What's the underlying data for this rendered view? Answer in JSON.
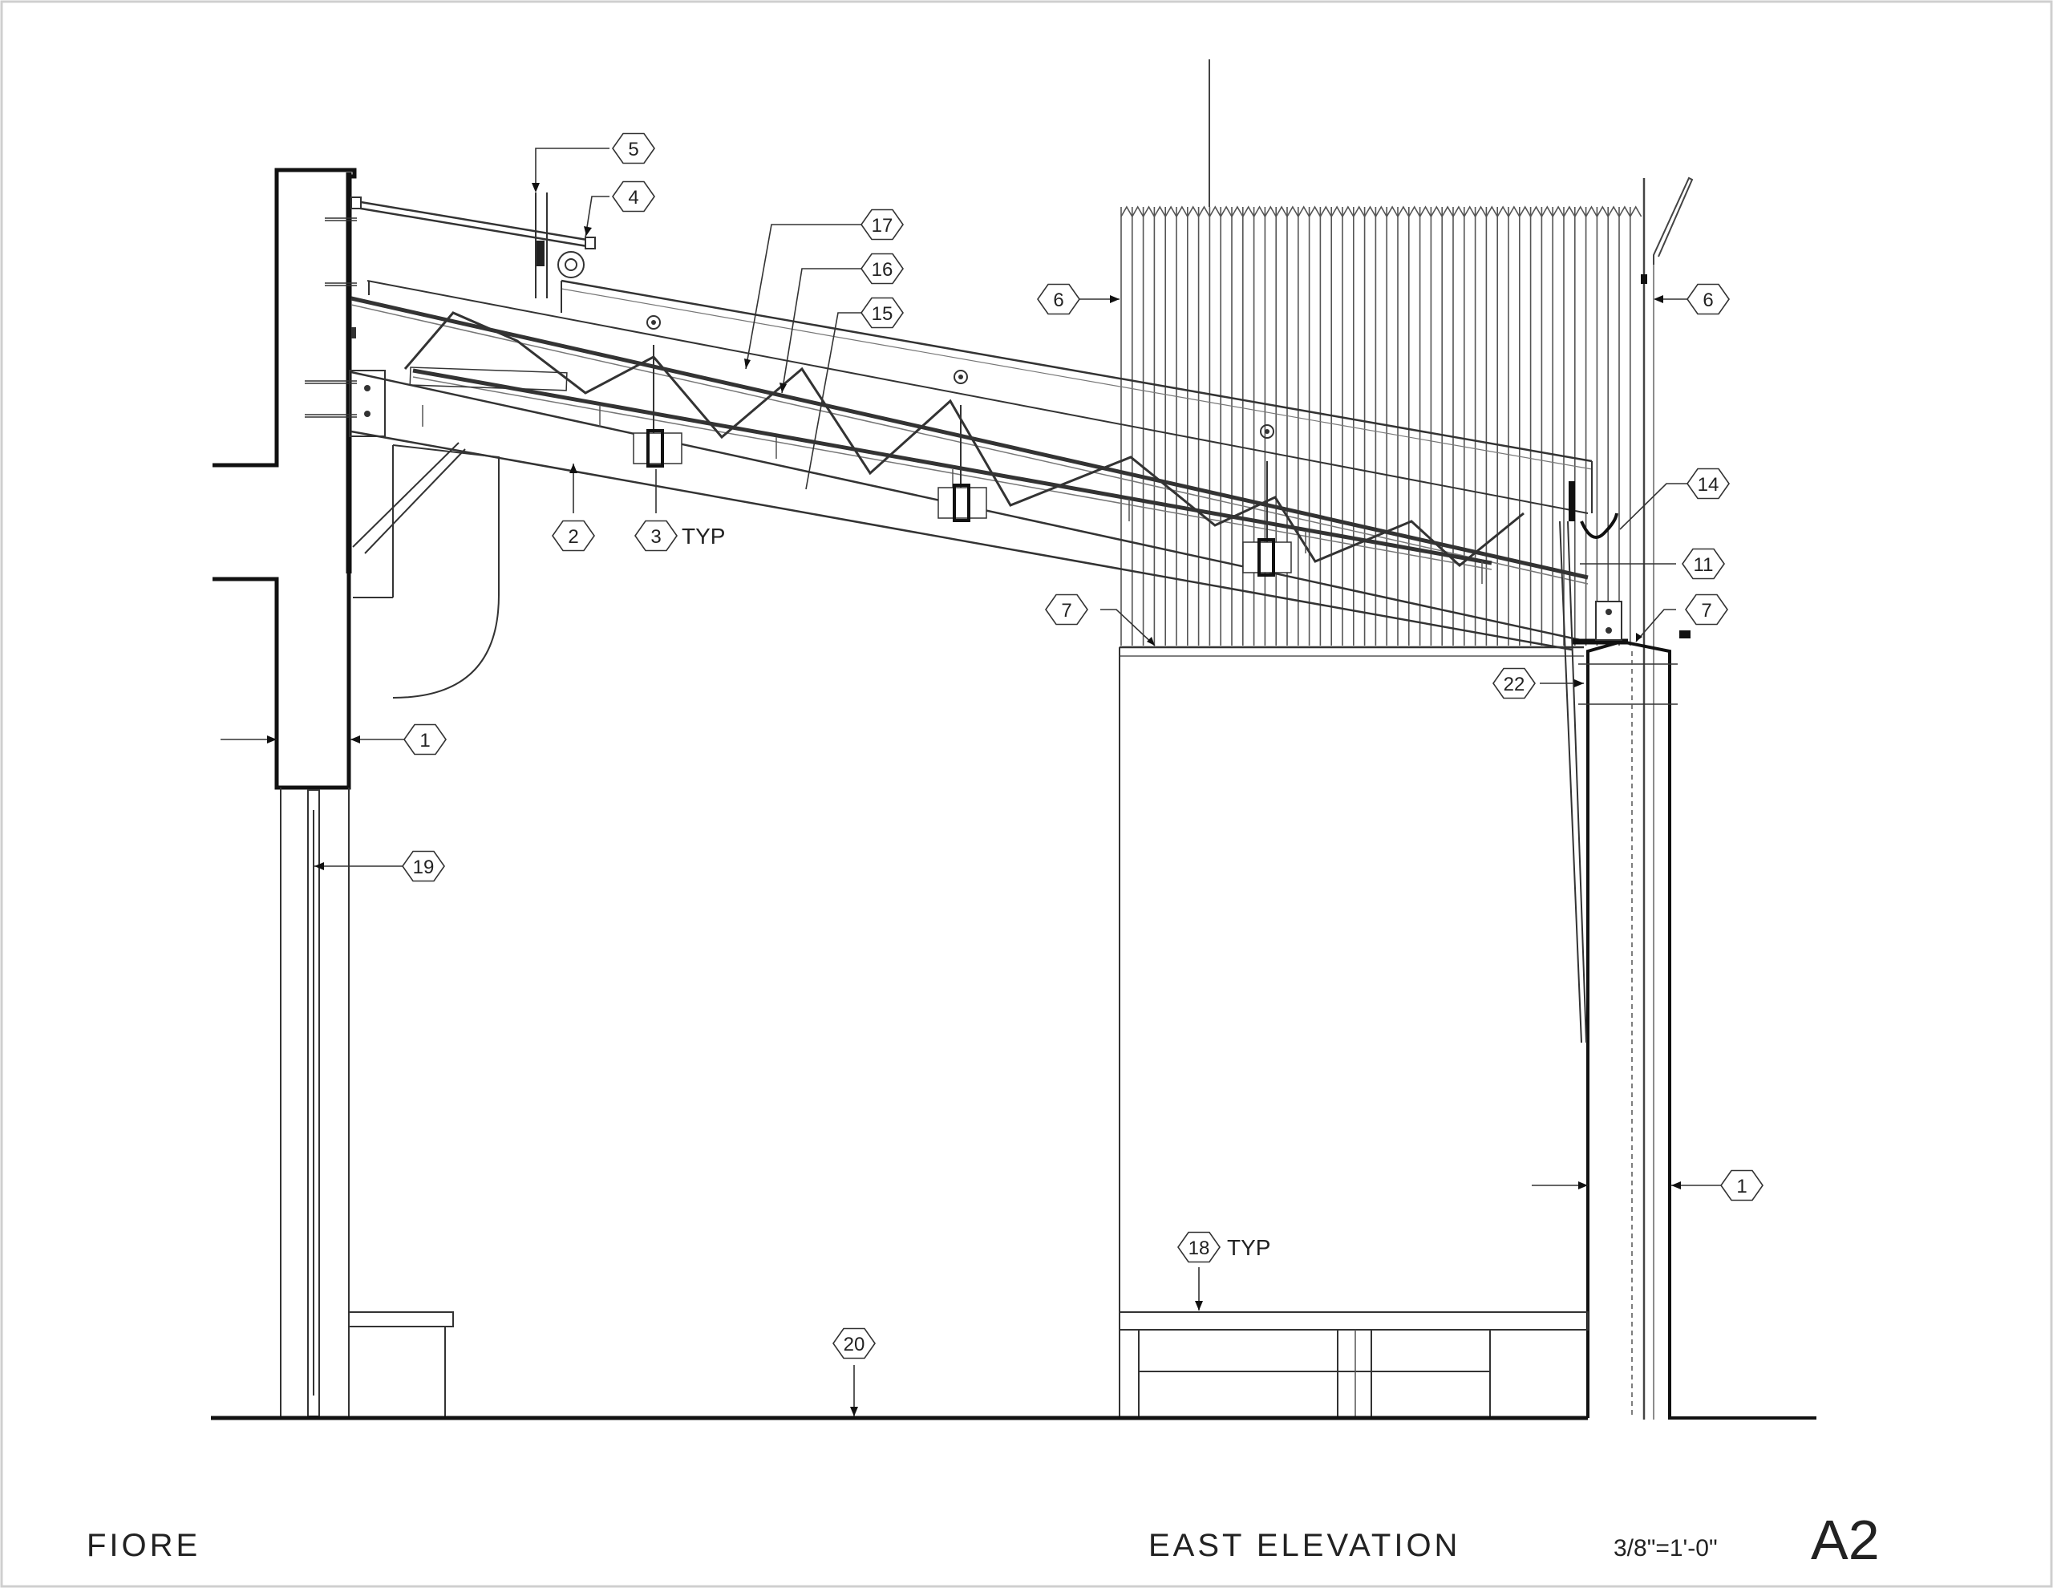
{
  "title_block": {
    "project": "FIORE",
    "drawing_title": "EAST ELEVATION",
    "scale": "3/8\"=1'-0\"",
    "sheet": "A2"
  },
  "keynotes": [
    {
      "id": "kn-5",
      "label": "5"
    },
    {
      "id": "kn-4",
      "label": "4"
    },
    {
      "id": "kn-17",
      "label": "17"
    },
    {
      "id": "kn-16",
      "label": "16"
    },
    {
      "id": "kn-15",
      "label": "15"
    },
    {
      "id": "kn-6a",
      "label": "6"
    },
    {
      "id": "kn-6b",
      "label": "6"
    },
    {
      "id": "kn-14",
      "label": "14"
    },
    {
      "id": "kn-11",
      "label": "11"
    },
    {
      "id": "kn-7a",
      "label": "7"
    },
    {
      "id": "kn-7b",
      "label": "7"
    },
    {
      "id": "kn-22",
      "label": "22"
    },
    {
      "id": "kn-2",
      "label": "2"
    },
    {
      "id": "kn-3",
      "label": "3"
    },
    {
      "id": "kn-1a",
      "label": "1"
    },
    {
      "id": "kn-1b",
      "label": "1"
    },
    {
      "id": "kn-19",
      "label": "19"
    },
    {
      "id": "kn-18",
      "label": "18"
    },
    {
      "id": "kn-20",
      "label": "20"
    }
  ],
  "typ_notes": {
    "kn3": "TYP",
    "kn18": "TYP"
  }
}
